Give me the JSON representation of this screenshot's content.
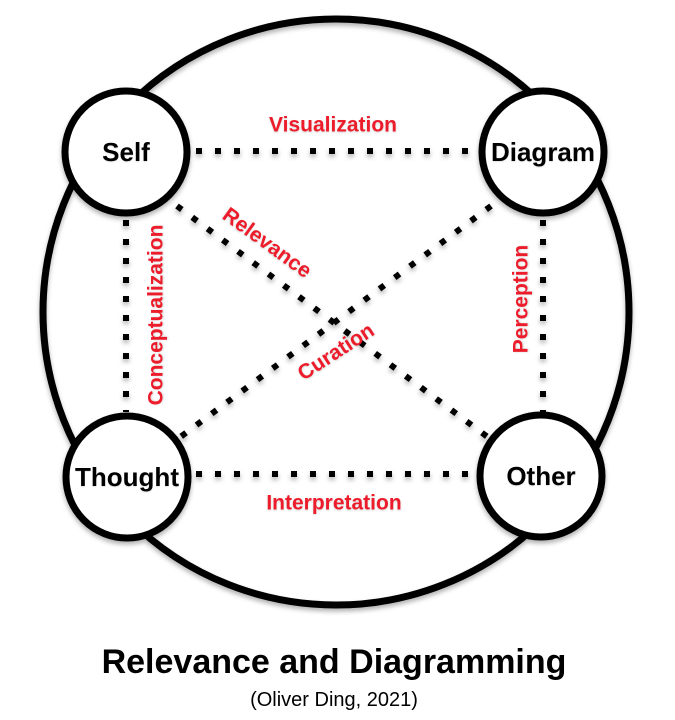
{
  "colors": {
    "edge_label": "#ED1C2B",
    "line": "#000000",
    "node_fill": "#FFFFFF"
  },
  "nodes": {
    "self": "Self",
    "diagram": "Diagram",
    "thought": "Thought",
    "other": "Other"
  },
  "edges": {
    "visualization": "Visualization",
    "conceptualization": "Conceptualization",
    "perception": "Perception",
    "interpretation": "Interpretation",
    "relevance": "Relevance",
    "curation": "Curation"
  },
  "footer": {
    "title": "Relevance and Diagramming",
    "attribution": "(Oliver Ding, 2021)"
  }
}
